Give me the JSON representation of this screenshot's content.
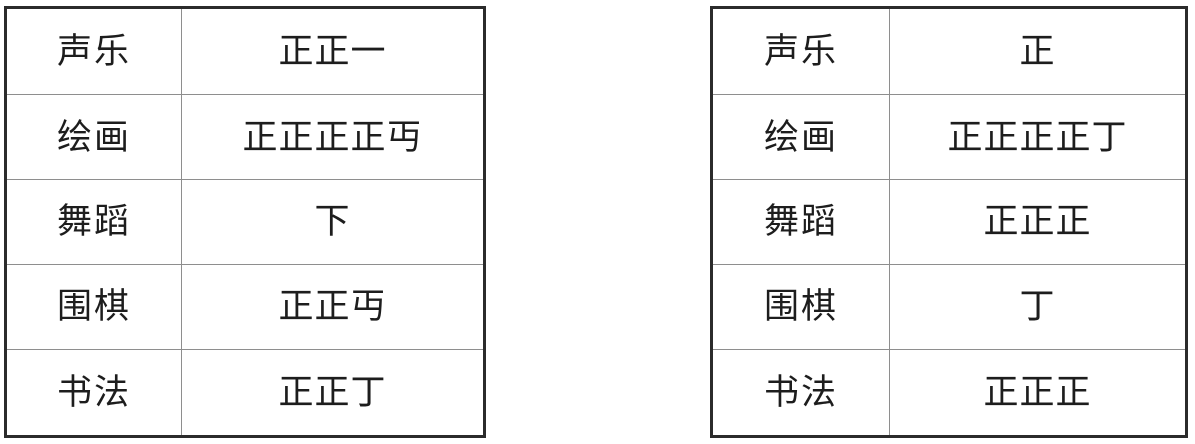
{
  "page": {
    "background_color": "#ffffff",
    "ink_color": "#1d1d1d",
    "outer_border_color": "#2b2b2b",
    "inner_border_color": "#8e8e8e",
    "description": "Two tally-mark (正-character) frequency tables side by side"
  },
  "tables": [
    {
      "id": "left-table",
      "rows": [
        {
          "label": "声乐",
          "tally": "正正一",
          "count": 11
        },
        {
          "label": "绘画",
          "tally": "正正正正丏",
          "count": 24
        },
        {
          "label": "舞蹈",
          "tally": "下",
          "count": 3
        },
        {
          "label": "围棋",
          "tally": "正正丏",
          "count": 14
        },
        {
          "label": "书法",
          "tally": "正正丁",
          "count": 12
        }
      ]
    },
    {
      "id": "right-table",
      "rows": [
        {
          "label": "声乐",
          "tally": "正",
          "count": 5
        },
        {
          "label": "绘画",
          "tally": "正正正正丁",
          "count": 22
        },
        {
          "label": "舞蹈",
          "tally": "正正正",
          "count": 15
        },
        {
          "label": "围棋",
          "tally": "丁",
          "count": 2
        },
        {
          "label": "书法",
          "tally": "正正正",
          "count": 15
        }
      ]
    }
  ]
}
